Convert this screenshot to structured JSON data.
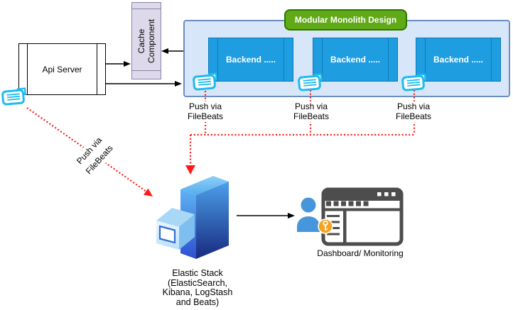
{
  "nodes": {
    "api_server": {
      "label": "Api Server"
    },
    "cache": {
      "label": "Cache Component"
    },
    "monolith": {
      "title": "Modular Monolith Design",
      "backends": [
        {
          "label": "Backend ....."
        },
        {
          "label": "Backend ....."
        },
        {
          "label": "Backend ....."
        }
      ]
    },
    "elastic_stack": {
      "caption_lines": [
        "Elastic Stack",
        "(ElasticSearch,",
        "Kibana, LogStash",
        "and Beats)"
      ]
    },
    "dashboard": {
      "label": "Dashboard/ Monitoring"
    }
  },
  "edges": {
    "push_label": {
      "line1": "Push via",
      "line2": "FileBeats"
    }
  },
  "icons": {
    "filebeat_icon": "cyan log-file badge",
    "server_stack_icon": "blue isometric server tower with mini console",
    "user_icon": "blue person silhouette",
    "key_badge_icon": "orange circle with white key",
    "browser_window_icon": "dark gray dashboard browser window"
  },
  "colors": {
    "container_fill": "#D8E6FA",
    "container_border": "#6C8EBF",
    "backend_fill": "#1E9DE0",
    "backend_border": "#0D7AB8",
    "badge_fill": "#60A917",
    "badge_border": "#2D7600",
    "cache_fill": "#DDD9EB",
    "cache_border": "#8A84A8",
    "filebeat_cyan": "#1FBBEE",
    "dotted_red": "#FF1A1A",
    "person_blue": "#4796DB",
    "key_orange": "#F5A31F",
    "window_gray": "#4D4D4D"
  }
}
